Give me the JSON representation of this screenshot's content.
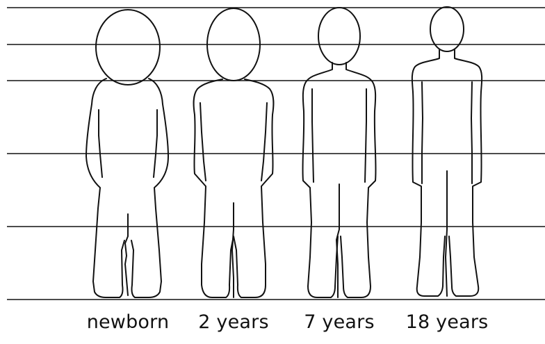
{
  "figures": [
    {
      "label": "newborn"
    },
    {
      "label": "2 years"
    },
    {
      "label": "7 years"
    },
    {
      "label": "18 years"
    }
  ]
}
